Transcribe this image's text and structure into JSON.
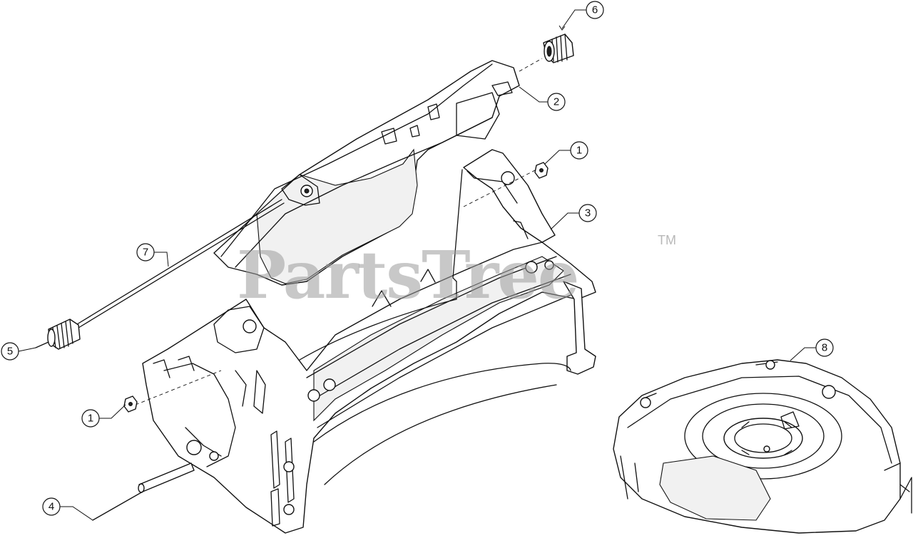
{
  "watermark": {
    "brand": "PartsTree",
    "trademark": "TM"
  },
  "callouts": [
    {
      "number": "1"
    },
    {
      "number": "1"
    },
    {
      "number": "2"
    },
    {
      "number": "3"
    },
    {
      "number": "4"
    },
    {
      "number": "5"
    },
    {
      "number": "6"
    },
    {
      "number": "7"
    },
    {
      "number": "8"
    }
  ]
}
